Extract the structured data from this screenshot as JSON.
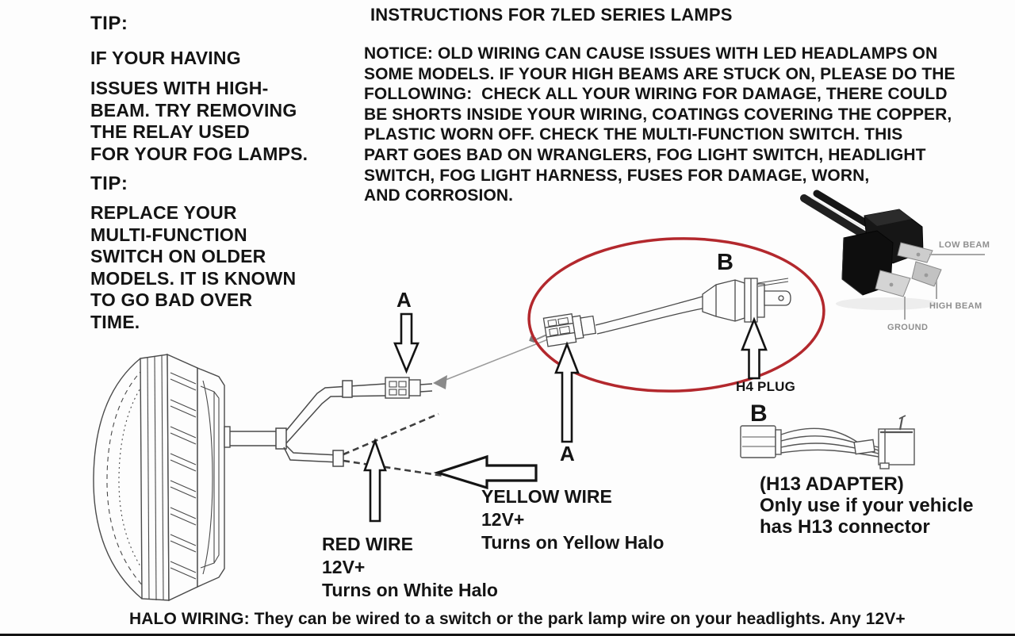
{
  "colors": {
    "accent_red": "#b3282d",
    "ink": "#141414",
    "diagram_line_gray": "#4a4a4a",
    "photo_label_gray": "#8f8f8f"
  },
  "header": {
    "title": "INSTRUCTIONS FOR 7LED SERIES LAMPS"
  },
  "notice": {
    "text": "NOTICE: OLD WIRING CAN CAUSE ISSUES WITH LED HEADLAMPS ON\nSOME MODELS. IF YOUR HIGH BEAMS ARE STUCK ON, PLEASE DO THE\nFOLLOWING:  CHECK ALL YOUR WIRING FOR DAMAGE, THERE COULD\nBE SHORTS INSIDE YOUR WIRING, COATINGS COVERING THE COPPER,\nPLASTIC WORN OFF. CHECK THE MULTI-FUNCTION SWITCH. THIS\nPART GOES BAD ON WRANGLERS, FOG LIGHT SWITCH, HEADLIGHT\nSWITCH, FOG LIGHT HARNESS, FUSES FOR DAMAGE, WORN,\nAND CORROSION."
  },
  "tips": [
    {
      "heading": "TIP:",
      "intro": "IF YOUR HAVING",
      "body": "ISSUES WITH HIGH-\nBEAM. TRY REMOVING\nTHE RELAY USED\nFOR YOUR FOG LAMPS."
    },
    {
      "heading": "TIP:",
      "body": "REPLACE YOUR\nMULTI-FUNCTION\nSWITCH ON OLDER\nMODELS. IT IS KNOWN\nTO GO BAD OVER\nTIME."
    }
  ],
  "diagram": {
    "callout_a_top": "A",
    "callout_a_bottom": "A",
    "callout_b_circled": "B",
    "h4_plug_label": "H4 PLUG",
    "adapter": {
      "callout": "B",
      "title": "(H13 ADAPTER)",
      "line1": "Only use if your vehicle",
      "line2": "has H13 connector"
    },
    "red_wire": {
      "name": "RED WIRE",
      "voltage": "12V+",
      "action": "Turns on White Halo"
    },
    "yellow_wire": {
      "name": "YELLOW WIRE",
      "voltage": "12V+",
      "action": "Turns on Yellow Halo"
    }
  },
  "photo": {
    "low_beam": "LOW BEAM",
    "high_beam": "HIGH BEAM",
    "ground": "GROUND"
  },
  "footer": {
    "text": "HALO WIRING: They can be wired to a switch or the park lamp wire on your headlights. Any 12V+"
  }
}
